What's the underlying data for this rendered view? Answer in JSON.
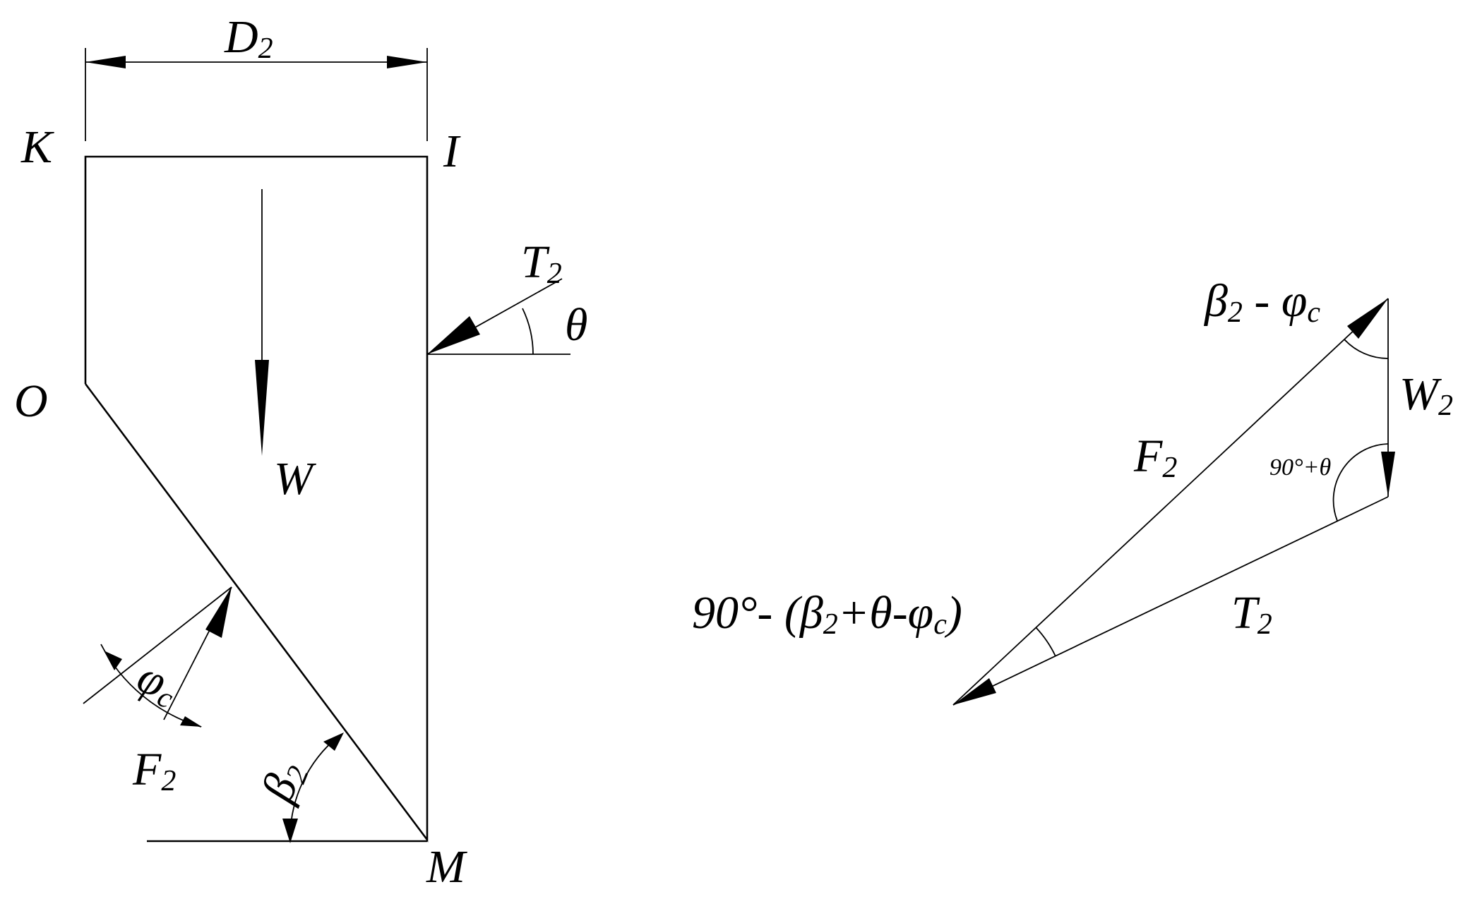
{
  "left_figure": {
    "dimension_label": {
      "base": "D",
      "sub": "2"
    },
    "points": {
      "K": "K",
      "I": "I",
      "O": "O",
      "M": "M"
    },
    "weight": "W",
    "force_T": {
      "base": "T",
      "sub": "2"
    },
    "angle_theta": "θ",
    "force_F": {
      "base": "F",
      "sub": "2"
    },
    "angle_phi": {
      "base": "φ",
      "sub": "c"
    },
    "angle_beta": {
      "base": "β",
      "sub": "2"
    }
  },
  "right_figure": {
    "top_angle": {
      "b": "β",
      "b_sub": "2",
      "mid": " - ",
      "phi": "φ",
      "phi_sub": "c"
    },
    "W_label": {
      "base": "W",
      "sub": "2"
    },
    "F_label": {
      "base": "F",
      "sub": "2"
    },
    "corner_angle": "90°+θ",
    "bottom_angle": {
      "pre": "90°- (",
      "b": "β",
      "b_sub": "2",
      "mid": "+θ-",
      "phi": "φ",
      "phi_sub": "c",
      "post": ")"
    },
    "T_label": {
      "base": "T",
      "sub": "2"
    }
  }
}
